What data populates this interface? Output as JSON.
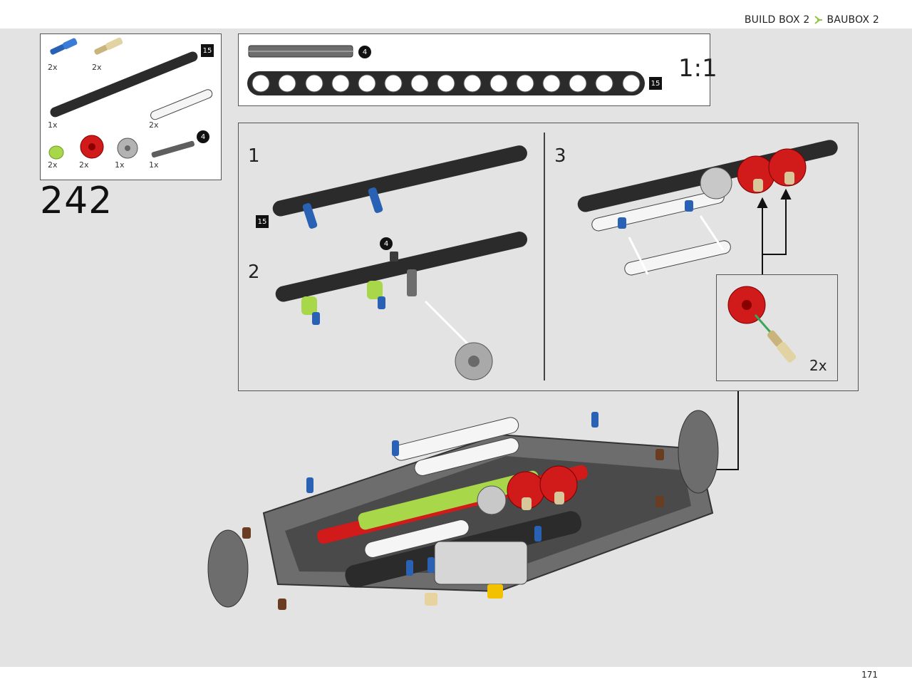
{
  "header": {
    "crumb_1": "BUILD BOX 2",
    "crumb_2": "BAUBOX 2",
    "separator_color": "#8dc63f"
  },
  "page_number": "171",
  "step_number": "242",
  "parts_list": {
    "items": [
      {
        "name": "blue-pin",
        "qty": "2x",
        "color": "#2962b5"
      },
      {
        "name": "tan-axle-pin",
        "qty": "2x",
        "color": "#d8c79a"
      },
      {
        "name": "black-beam-15",
        "qty": "1x",
        "length_tag": "15",
        "color": "#2b2b2b"
      },
      {
        "name": "white-beam-7",
        "qty": "2x",
        "color": "#f2f2f2"
      },
      {
        "name": "lime-bush",
        "qty": "2x",
        "color": "#a8d84a"
      },
      {
        "name": "red-gear",
        "qty": "2x",
        "color": "#d11a1a"
      },
      {
        "name": "grey-gear",
        "qty": "1x",
        "color": "#9a9a9a"
      },
      {
        "name": "grey-axle-4",
        "qty": "1x",
        "length_tag": "4",
        "color": "#5f5f5f"
      }
    ]
  },
  "ruler": {
    "axle_tag": "4",
    "beam_tag": "15",
    "scale": "1:1"
  },
  "steps": {
    "step_1": {
      "label": "1",
      "beam_tag": "15"
    },
    "step_2": {
      "label": "2",
      "axle_tag": "4"
    },
    "step_3": {
      "label": "3"
    }
  },
  "inset": {
    "qty": "2x"
  }
}
